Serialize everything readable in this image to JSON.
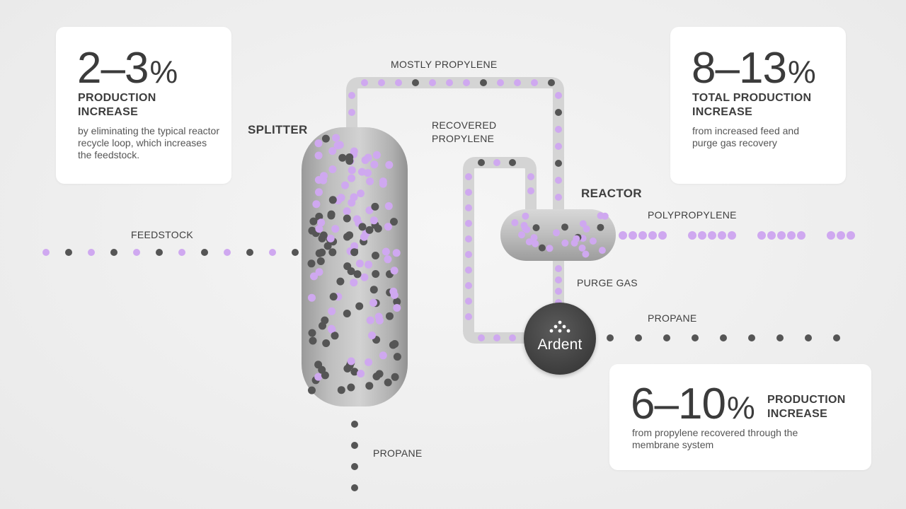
{
  "labels": {
    "feedstock": "FEEDSTOCK",
    "splitter": "SPLITTER",
    "mostly_propylene": "MOSTLY PROPYLENE",
    "recovered_propylene": "RECOVERED PROPYLENE",
    "reactor": "REACTOR",
    "polypropylene": "POLYPROPYLENE",
    "purge_gas": "PURGE GAS",
    "propane_right": "PROPANE",
    "propane_bottom": "PROPANE"
  },
  "logo": {
    "name": "Ardent"
  },
  "cards": {
    "left": {
      "value": "2–3",
      "unit": "%",
      "heading": "PRODUCTION INCREASE",
      "text": "by eliminating the typical reactor recycle loop, which increases the feedstock."
    },
    "right": {
      "value": "8–13",
      "unit": "%",
      "heading": "TOTAL PRODUCTION INCREASE",
      "text": "from increased feed and purge gas recovery"
    },
    "bottom": {
      "value": "6–10",
      "unit": "%",
      "heading": "PRODUCTION INCREASE",
      "text": "from propylene recovered through the membrane system"
    }
  },
  "colors": {
    "propylene": "#cfa8f0",
    "propane": "#555555",
    "pipe": "#cfcfcf",
    "vessel": "#a9a9a9",
    "membrane": "#444444"
  }
}
